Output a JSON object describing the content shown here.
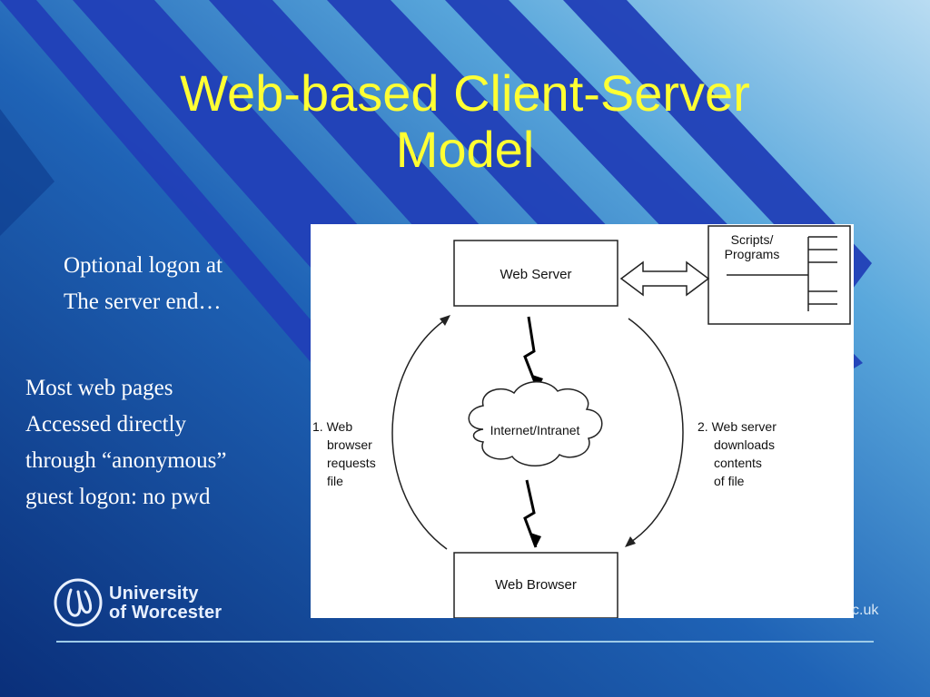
{
  "slide": {
    "title_line1": "Web-based Client-Server",
    "title_line2": "Model",
    "note1": [
      "Optional logon at",
      "The server end…"
    ],
    "note2": [
      "Most web pages",
      "Accessed directly",
      "through “anonymous”",
      "guest logon: no pwd"
    ]
  },
  "diagram": {
    "web_server": "Web Server",
    "scripts_line1": "Scripts/",
    "scripts_line2": "Programs",
    "cloud": "Internet/Intranet",
    "web_browser": "Web Browser",
    "left_label": [
      "1. Web",
      "browser",
      "requests",
      "file"
    ],
    "right_label": [
      "2. Web server",
      "downloads",
      "contents",
      "of file"
    ]
  },
  "branding": {
    "logo_line1": "University",
    "logo_line2": "of Worcester",
    "url_fragment": "c.uk"
  },
  "colors": {
    "title": "#ffff33",
    "background_dark": "#0b3a8a",
    "background_light": "#a9d2ee",
    "stripe": "#1f3fb8"
  }
}
